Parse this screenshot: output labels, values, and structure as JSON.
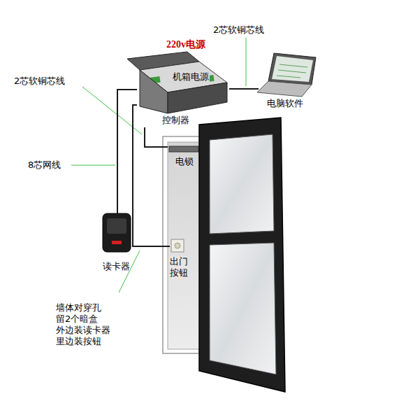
{
  "diagram": {
    "nodes": [
      {
        "text": [
          "220v电源",
          "机箱电源",
          "控制器"
        ]
      },
      {
        "text": [
          "电脑软件"
        ]
      },
      {
        "text": [
          "电锁"
        ]
      },
      {
        "text": [
          "读卡器"
        ]
      },
      {
        "text": [
          "出门按钮"
        ]
      }
    ],
    "edges": [
      {
        "from": 0,
        "to": 1,
        "arrow": "none"
      },
      {
        "from": 0,
        "to": 2,
        "arrow": "none"
      },
      {
        "from": 0,
        "to": 3,
        "arrow": "none"
      },
      {
        "from": 0,
        "to": 4,
        "arrow": "none"
      }
    ],
    "labels": [
      "2芯软铜芯线",
      "2芯软铜芯线",
      "8芯网线",
      "墙体对穿孔 留2个暗盒 外边装读卡器 里边装按钮"
    ]
  }
}
